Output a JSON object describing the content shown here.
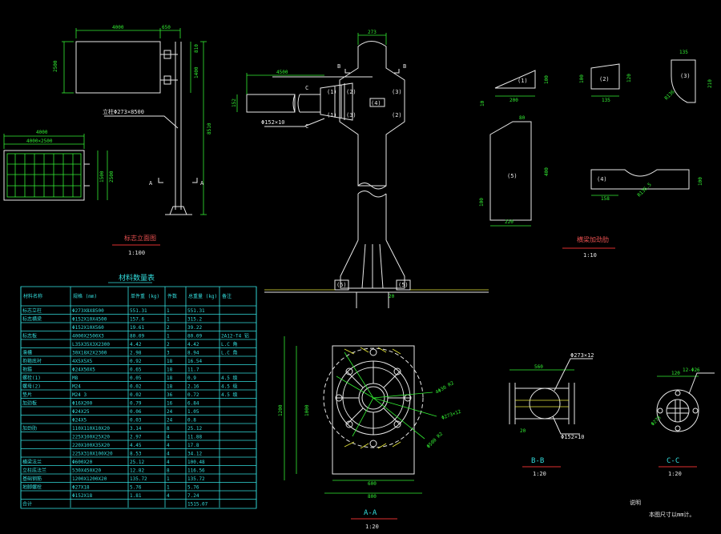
{
  "colors": {
    "background": "#000000",
    "outline": "#e8e8e8",
    "dimension": "#33ee33",
    "table": "#33dddd",
    "title": "#e03030",
    "hatch": "#e8e83a"
  },
  "views": {
    "elevation": {
      "title": "标志立面图",
      "scale": "1:100",
      "dim_width": "4000",
      "dim_arm": "650",
      "dim_h1": "2500",
      "dim_h2": "810",
      "dim_h3": "1400",
      "dim_h4": "8510",
      "pole_callout": "立柱Φ273×8500",
      "cut_left": "A",
      "cut_right": "A"
    },
    "sign_face": {
      "dim_top": "4000",
      "dim_inner": "4000×2500",
      "dim_right1": "1500",
      "dim_right2": "2500"
    },
    "connection": {
      "dim_top": "273",
      "dim_arm": "4500",
      "dim_arm_h": "152",
      "callout_arm": "Φ152×10",
      "cut_b_left": "B",
      "cut_b_right": "B",
      "cut_c_left": "C",
      "cut_c_right": "C",
      "tag_1": "(1)",
      "tag_2": "(2)",
      "tag_3": "(3)",
      "tag_4": "(4)",
      "tag_5a": "(5)",
      "tag_5b": "(5)",
      "dim_base": "20"
    },
    "stiffeners": {
      "title": "横梁加劲肋",
      "scale": "1:10",
      "p1": "(1)",
      "p1_w": "200",
      "p1_h": "100",
      "p1_t": "10",
      "p2": "(2)",
      "p2_w": "135",
      "p2_h": "100",
      "p2_h2": "120",
      "p3": "(3)",
      "p3_w": "135",
      "p3_h": "210",
      "p3_r": "R136",
      "p4": "(4)",
      "p4_w": "158",
      "p4_r": "R136.5",
      "p4_h": "100",
      "p5": "(5)",
      "p5_w": "220",
      "p5_h": "100",
      "p5_h2": "400",
      "p5_top": "80"
    },
    "section_aa": {
      "title": "A-A",
      "scale": "1:20",
      "dim_w": "600",
      "dim_w2": "800",
      "dim_h": "1000",
      "dim_h2": "1200",
      "c1": "4Φ30 R2",
      "c2": "Φ273×12",
      "c3": "Φ500 R2"
    },
    "section_bb": {
      "title": "B-B",
      "scale": "1:20",
      "dim_top": "560",
      "c1": "Φ273×12",
      "c2": "Φ152×10",
      "dim_s": "20"
    },
    "section_cc": {
      "title": "C-C",
      "scale": "1:20",
      "dim_top": "120",
      "c1": "12-Φ26",
      "c2": "Φ273"
    },
    "notes": {
      "title": "说明",
      "line1": "本图尺寸以mm计。"
    }
  },
  "table": {
    "title": "材料数量表",
    "headers": [
      "材料名称",
      "规格 (mm)",
      "单件重 (kg)",
      "件数",
      "总重量 (kg)",
      "备注"
    ],
    "rows": [
      [
        "标志立柱",
        "Φ273X8X8500",
        "551.31",
        "1",
        "551.31",
        ""
      ],
      [
        "标志横梁",
        "Φ152X10X4500",
        "157.6",
        "1",
        "315.2",
        ""
      ],
      [
        "",
        "Φ152X10X560",
        "19.61",
        "2",
        "39.22",
        ""
      ],
      [
        "标志板",
        "4000X2500X3",
        "80.09",
        "1",
        "80.09",
        "2A12-T4 铝"
      ],
      [
        "",
        "L35X35X3X2300",
        "4.42",
        "2",
        "4.42",
        "L.C 角"
      ],
      [
        "滑槽",
        "30X18X2X2300",
        "2.98",
        "3",
        "8.94",
        "L.C 角"
      ],
      [
        "抱箍底衬",
        "4X5X5X5",
        "0.92",
        "18",
        "16.54",
        ""
      ],
      [
        "抱箍",
        "Φ24X50X5",
        "0.65",
        "18",
        "11.7",
        ""
      ],
      [
        "螺栓(1)",
        "M8",
        "0.05",
        "18",
        "0.9",
        "4.5 级"
      ],
      [
        "螺母(2)",
        "M24",
        "0.02",
        "18",
        "2.16",
        "4.5 级"
      ],
      [
        "垫片",
        "M24 3",
        "0.02",
        "36",
        "0.72",
        "4.5 级"
      ],
      [
        "加劲板",
        "Φ16X200",
        "0.79",
        "16",
        "6.84",
        ""
      ],
      [
        "",
        "Φ24X25",
        "0.06",
        "24",
        "1.05",
        ""
      ],
      [
        "",
        "Φ24X5",
        "0.03",
        "24",
        "0.8",
        ""
      ],
      [
        "加劲肋",
        "110X110X10X20",
        "3.14",
        "8",
        "25.12",
        ""
      ],
      [
        "",
        "225X100X25X20",
        "2.97",
        "4",
        "11.88",
        ""
      ],
      [
        "",
        "220X100X35X20",
        "4.45",
        "4",
        "17.8",
        ""
      ],
      [
        "",
        "225X310X100X20",
        "8.53",
        "4",
        "34.12",
        ""
      ],
      [
        "横梁法兰",
        "Φ600X20",
        "25.12",
        "4",
        "100.48",
        ""
      ],
      [
        "立柱底法兰",
        "530X450X20",
        "12.82",
        "8",
        "116.56",
        ""
      ],
      [
        "基础钢筋",
        "1200X1200X20",
        "135.72",
        "1",
        "135.72",
        ""
      ],
      [
        "地脚螺栓",
        "Φ27X18",
        "5.76",
        "1",
        "5.76",
        ""
      ],
      [
        "",
        "Φ152X18",
        "1.81",
        "4",
        "7.24",
        ""
      ],
      [
        "合计",
        "",
        "",
        "",
        "1515.07",
        ""
      ]
    ]
  }
}
